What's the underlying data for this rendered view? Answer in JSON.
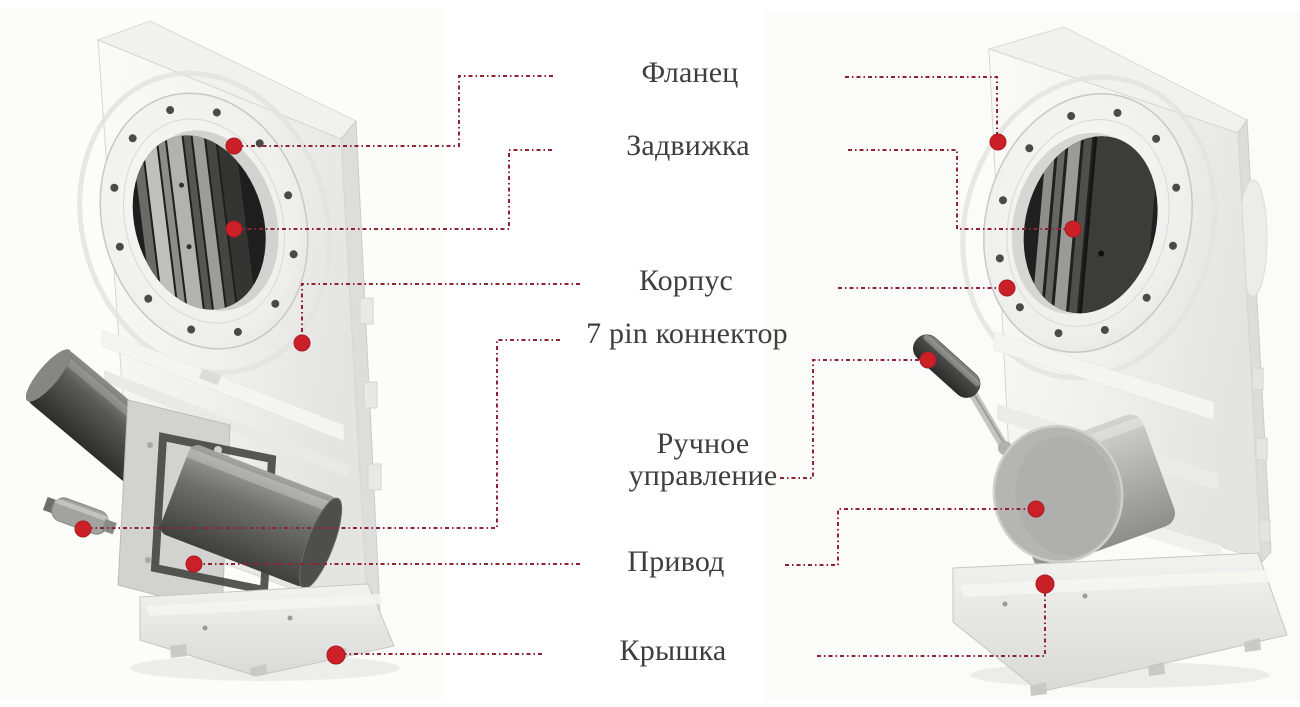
{
  "diagram": {
    "callouts": {
      "flange": "Фланец",
      "gate": "Задвижка",
      "body": "Корпус",
      "connector_7pin": "7 pin коннектор",
      "manual_control": "Ручное управление",
      "drive": "Привод",
      "cover": "Крышка"
    },
    "illustrations": {
      "left": "vacuum-gate-valve-front-view",
      "right": "vacuum-gate-valve-rear-view"
    },
    "colors": {
      "leader_line": "#8e2433",
      "anchor_dot": "#cb2027",
      "label_text": "#3e3e3e",
      "background": "#ffffff",
      "metal_light": "#ececea",
      "metal_dark": "#3a3a38"
    }
  }
}
